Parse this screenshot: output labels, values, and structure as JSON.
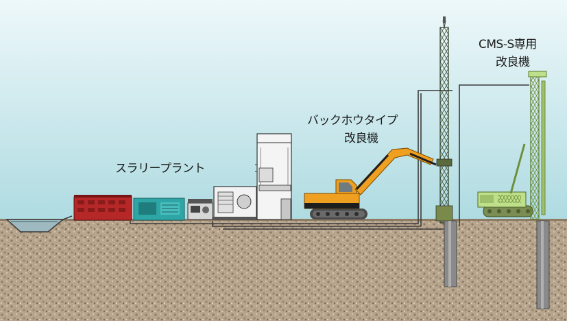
{
  "labels": {
    "slurry_plant": "スラリープラント",
    "backhoe_line1": "バックホウタイプ",
    "backhoe_line2": "改良機",
    "cms_line1": "CMS-S専用",
    "cms_line2": "改良機"
  },
  "colors": {
    "sky_top": "#e9f6f8",
    "sky_bottom": "#b3dfe4",
    "ground": "#b39f86",
    "backhoe": "#f0a020",
    "cms_machine": "#bfe08a",
    "tank_red": "#b62828",
    "generator_teal": "#2ea6a6",
    "pipe": "#3a3a3a"
  }
}
